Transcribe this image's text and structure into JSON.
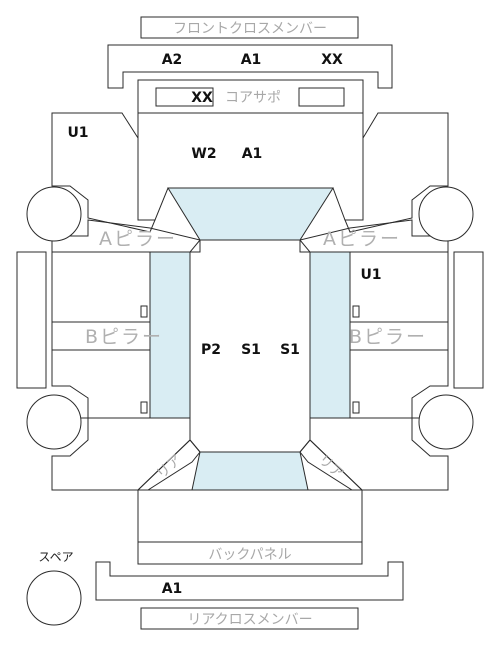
{
  "labels": {
    "front_cross_member": "フロントクロスメンバー",
    "core_support": "コアサポ",
    "a_pillar": "Aピラー",
    "b_pillar": "Bピラー",
    "back_panel": "バックパネル",
    "rear_cross_member": "リアクロスメンバー",
    "spare": "スペア",
    "rear_label": "リア"
  },
  "codes": {
    "front_cross_left": "A2",
    "front_cross_center": "A1",
    "front_cross_right": "XX",
    "core_support": "XX",
    "front_left_fender": "U1",
    "engine_left": "W2",
    "engine_right": "A1",
    "front_right_door": "U1",
    "floor_left": "P2",
    "floor_center": "S1",
    "floor_right": "S1",
    "rear_cross": "A1"
  },
  "colors": {
    "line": "#2b2b2b",
    "glass": "#d9edf3",
    "label_gray": "#a8a8a8"
  }
}
